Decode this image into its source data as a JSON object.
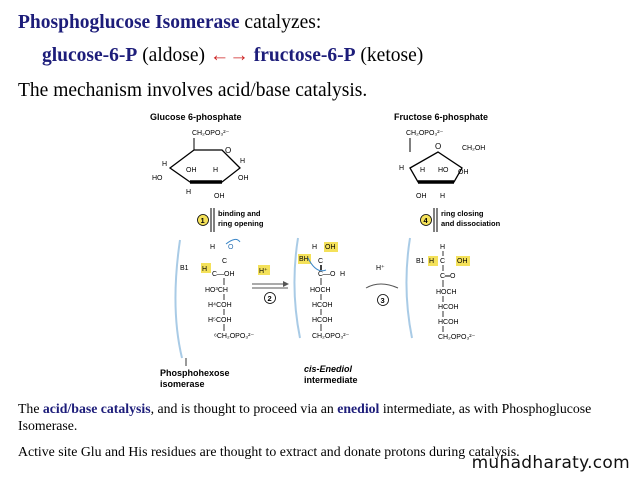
{
  "header": {
    "enzyme_name": "Phosphoglucose Isomerase",
    "catalyzes": " catalyzes:",
    "substrate": "glucose-6-P",
    "substrate_type": " (aldose) ",
    "arrow": "←→",
    "product": " fructose-6-P",
    "product_type": " (ketose)"
  },
  "mechanism_line": "The mechanism involves acid/base catalysis.",
  "figure": {
    "glc_title": "Glucose 6-phosphate",
    "fru_title": "Fructose 6-phosphate",
    "ch2opo3": "CH₂OPO₃²⁻",
    "ch2oh": "CH₂OH",
    "step1_num": "1",
    "step1_text_a": "binding and",
    "step1_text_b": "ring opening",
    "step2_num": "2",
    "step3_num": "3",
    "step4_num": "4",
    "step4_text_a": "ring closing",
    "step4_text_b": "and dissociation",
    "enzyme_label_a": "Phosphohexose",
    "enzyme_label_b": "isomerase",
    "enediol_label_a": "cis-Enediol",
    "enediol_label_b": "intermediate",
    "b1": "B1",
    "bh": "BH",
    "hplus": "H⁺",
    "h": "H",
    "ho": "HO",
    "oh": "OH",
    "o": "O",
    "c_oh": "C—OH",
    "c_o": "C—O",
    "c_double_o": "C═O",
    "c_double": "C",
    "hoch": "HOCH",
    "hcoh": "HCOH",
    "ho3ch": "HO³CH",
    "h4coh": "H⁴COH",
    "h5coh": "H⁵COH",
    "c6": "⁶CH₂OPO₃²⁻"
  },
  "para1": {
    "p1": "The ",
    "k1": "acid/base catalysis",
    "p2": ", and is thought to proceed via an ",
    "k2": "enediol",
    "p3": " intermediate, as with Phosphoglucose Isomerase."
  },
  "para2": "Active site Glu and His residues are thought to extract and donate protons during catalysis.",
  "watermark": "muhadharaty.com",
  "colors": {
    "keyword": "#1d1d7a",
    "arrow": "#cc1f1f",
    "highlight_yellow": "#f4e15a",
    "arrow_blue": "#3a86c8"
  }
}
